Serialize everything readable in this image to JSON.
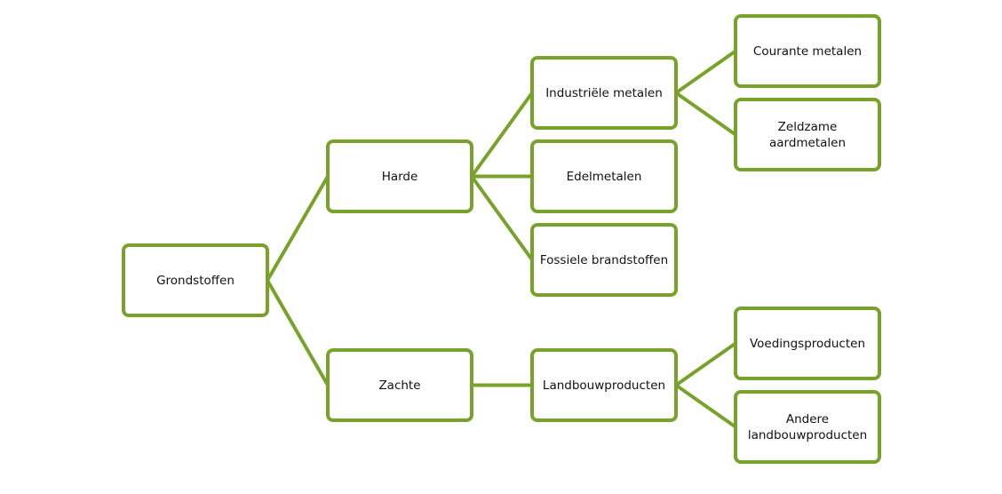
{
  "diagram": {
    "type": "tree",
    "line_color": "#79a22a",
    "nodes": [
      {
        "id": "grondstoffen",
        "label": "Grondstoffen"
      },
      {
        "id": "harde",
        "label": "Harde"
      },
      {
        "id": "zachte",
        "label": "Zachte"
      },
      {
        "id": "industriele",
        "label": "Industriële metalen"
      },
      {
        "id": "edelmetalen",
        "label": "Edelmetalen"
      },
      {
        "id": "fossiele",
        "label": "Fossiele brandstoffen"
      },
      {
        "id": "landbouw",
        "label": "Landbouwproducten"
      },
      {
        "id": "courante",
        "label": "Courante metalen"
      },
      {
        "id": "zeldzame",
        "label": "Zeldzame aardmetalen"
      },
      {
        "id": "voedings",
        "label": "Voedingsproducten"
      },
      {
        "id": "andere",
        "label": "Andere\nlandbouwproducten"
      }
    ],
    "edges": [
      {
        "from": "grondstoffen",
        "to": "harde"
      },
      {
        "from": "grondstoffen",
        "to": "zachte"
      },
      {
        "from": "harde",
        "to": "industriele"
      },
      {
        "from": "harde",
        "to": "edelmetalen"
      },
      {
        "from": "harde",
        "to": "fossiele"
      },
      {
        "from": "zachte",
        "to": "landbouw"
      },
      {
        "from": "industriele",
        "to": "courante"
      },
      {
        "from": "industriele",
        "to": "zeldzame"
      },
      {
        "from": "landbouw",
        "to": "voedings"
      },
      {
        "from": "landbouw",
        "to": "andere"
      }
    ]
  }
}
